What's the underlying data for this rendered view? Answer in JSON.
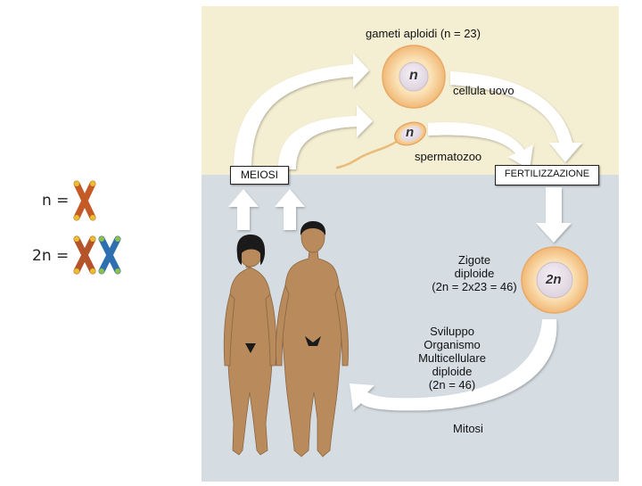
{
  "labels": {
    "gametes": "gameti aploidi (n = 23)",
    "egg": "cellula uovo",
    "sperm": "spermatozoo",
    "meiosis": "MEIOSI",
    "fertilization": "FERTILIZZAZIONE",
    "zygote": [
      "Zigote",
      "diploide",
      "(2n = 2x23 = 46)"
    ],
    "development": [
      "Sviluppo",
      "Organismo",
      "Multicellulare",
      "diploide",
      "(2n = 46)"
    ],
    "mitosis": "Mitosi"
  },
  "cells": {
    "egg_symbol": "n",
    "sperm_symbol": "n",
    "zygote_symbol": "2n"
  },
  "ploidy_legend": {
    "haploid": "n =",
    "diploid": "2n ="
  },
  "colors": {
    "haploid_region": "#f4eed2",
    "diploid_region": "#d5dde3",
    "arrow": "#ffffff",
    "cell_outer": "#f7c983",
    "cell_inner": "#ede6ee",
    "skin": "#b88a5c"
  }
}
